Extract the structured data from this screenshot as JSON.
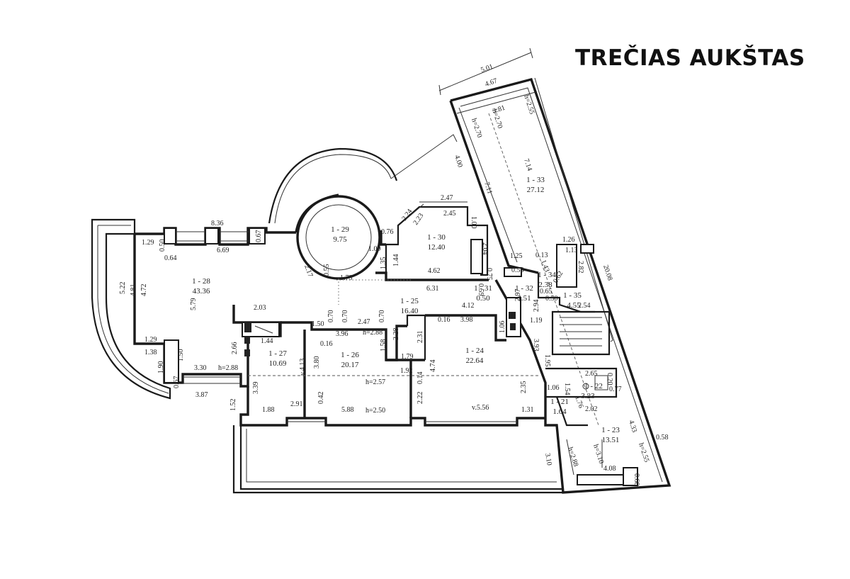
{
  "title": "TREČIAS AUKŠTAS",
  "rooms": [
    {
      "id": "1 - 28",
      "area": "43.36"
    },
    {
      "id": "1 - 29",
      "area": "9.75"
    },
    {
      "id": "1 - 30",
      "area": "12.40"
    },
    {
      "id": "1 - 33",
      "area": "27.12"
    },
    {
      "id": "1 - 27",
      "area": "10.69"
    },
    {
      "id": "1 - 26",
      "area": "20.17"
    },
    {
      "id": "1 - 25",
      "area": "16.40"
    },
    {
      "id": "1 - 24",
      "area": "22.64"
    },
    {
      "id": "1 - 31",
      "area": "0.50"
    },
    {
      "id": "1 - 32",
      "area": "3.51"
    },
    {
      "id": "1 - 34",
      "area": "2.38"
    },
    {
      "id": "1 - 35",
      "area": "4.55"
    },
    {
      "id": "1 - 21",
      "area": "1.64"
    },
    {
      "id": "1 - 22",
      "area": "3.23"
    },
    {
      "id": "1 - 23",
      "area": "13.51"
    }
  ],
  "dimensions": [
    "5.01",
    "4.67",
    "3.81",
    "h=2.70",
    "h=2.70",
    "h=2.55",
    "4.00",
    "7.14",
    "7.11",
    "20.08",
    "8.36",
    "6.69",
    "0.67",
    "1.29",
    "0.50",
    "0.64",
    "5.22",
    "4.81",
    "4.72",
    "5.79",
    "1.29",
    "1.38",
    "1.50",
    "1.90",
    "0.67",
    "3.30",
    "3.87",
    "h=2.88",
    "2.66",
    "2.03",
    "1.44",
    "1.50",
    "0.70",
    "0.70",
    "2.47",
    "0.70",
    "3.96",
    "h=2.88",
    "0.16",
    "v.4.13",
    "3.80",
    "1.58",
    "2.28",
    "2.31",
    "1.79",
    "1.92",
    "0.14",
    "h=2.57",
    "3.39",
    "1.52",
    "1.88",
    "2.91",
    "0.42",
    "5.88",
    "h=2.50",
    "2.22",
    "4.74",
    "v.5.56",
    "1.31",
    "2.35",
    "1.06",
    "0.16",
    "3.98",
    "4.12",
    "2.17",
    "0.55",
    "1.73",
    "1.09",
    "0.76",
    "1.35",
    "1.44",
    "4.62",
    "6.31",
    "2.47",
    "2.45",
    "2.24",
    "2.23",
    "1.00",
    "2.04",
    "0.75",
    "1.25",
    "0.58",
    "1.26",
    "1.13",
    "2.82",
    "0.13",
    "1.43",
    "0.50",
    "0.65",
    "0.62",
    "2.97",
    "2.94",
    "1.19",
    "2.54",
    "3.93",
    "1.95",
    "1.06",
    "1.54",
    "2.65",
    "0.20",
    "0.77",
    "1.76",
    "2.02",
    "4.33",
    "0.58",
    "h=2.55",
    "h=3.10",
    "h=2.88",
    "3.10",
    "4.08",
    "0.68",
    "0.59"
  ]
}
